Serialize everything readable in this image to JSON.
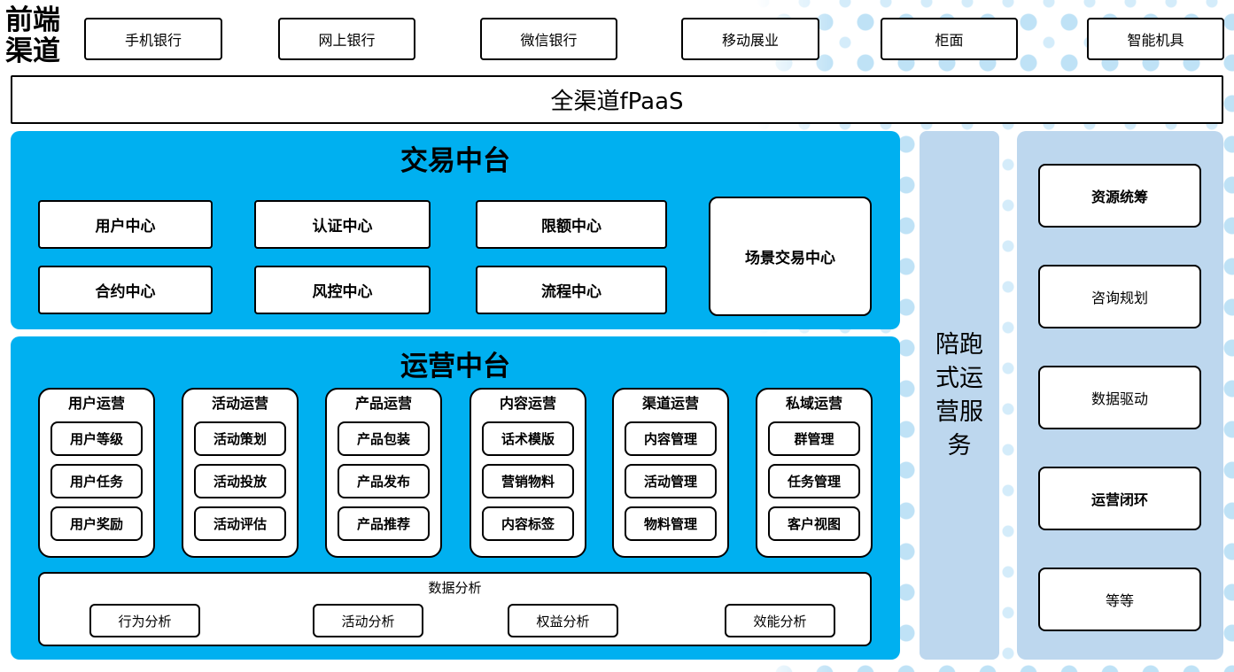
{
  "colors": {
    "platform_blue": "#00B0F0",
    "panel_light_blue": "#BDD7EE",
    "dot_blue": "#C5E5F7",
    "box_border": "#000000"
  },
  "front_channels": {
    "label": "前端渠道",
    "label_line1": "前端",
    "label_line2": "渠道",
    "items": [
      "手机银行",
      "网上银行",
      "微信银行",
      "移动展业",
      "柜面",
      "智能机具"
    ]
  },
  "fpaas_bar": {
    "label": "全渠道fPaaS"
  },
  "trade_platform": {
    "title": "交易中台",
    "row1": [
      "用户中心",
      "认证中心",
      "限额中心"
    ],
    "row2": [
      "合约中心",
      "风控中心",
      "流程中心"
    ],
    "scene_center": "场景交易中心"
  },
  "ops_platform": {
    "title": "运营中台",
    "columns": [
      {
        "title": "用户运营",
        "items": [
          "用户等级",
          "用户任务",
          "用户奖励"
        ]
      },
      {
        "title": "活动运营",
        "items": [
          "活动策划",
          "活动投放",
          "活动评估"
        ]
      },
      {
        "title": "产品运营",
        "items": [
          "产品包装",
          "产品发布",
          "产品推荐"
        ]
      },
      {
        "title": "内容运营",
        "items": [
          "话术模版",
          "营销物料",
          "内容标签"
        ]
      },
      {
        "title": "渠道运营",
        "items": [
          "内容管理",
          "活动管理",
          "物料管理"
        ]
      },
      {
        "title": "私域运营",
        "items": [
          "群管理",
          "任务管理",
          "客户视图"
        ]
      }
    ],
    "data_analysis": {
      "title": "数据分析",
      "items": [
        "行为分析",
        "活动分析",
        "权益分析",
        "效能分析"
      ]
    }
  },
  "accompany_service": {
    "label": "陪跑式运营服务",
    "lines": [
      "陪跑",
      "式运",
      "营服",
      "务"
    ]
  },
  "service_panel": {
    "items": [
      "资源统筹",
      "咨询规划",
      "数据驱动",
      "运营闭环",
      "等等"
    ]
  }
}
